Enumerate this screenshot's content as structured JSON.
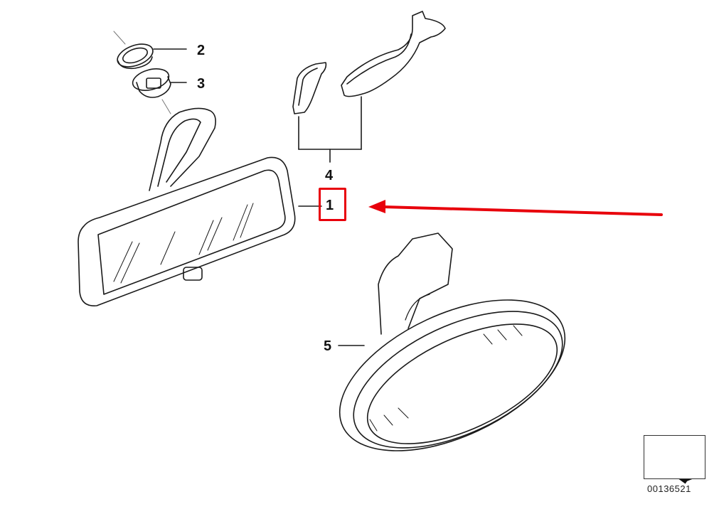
{
  "diagram": {
    "type": "exploded parts diagram",
    "subject": "interior rear-view mirror",
    "parts": [
      {
        "number": "1",
        "description": "rectangular rear-view mirror with stem",
        "highlighted": true
      },
      {
        "number": "2",
        "description": "ring / cover"
      },
      {
        "number": "3",
        "description": "mounting base"
      },
      {
        "number": "4",
        "description": "mirror cover trims (two pieces)"
      },
      {
        "number": "5",
        "description": "oval rear-view mirror with sensor housing"
      }
    ],
    "highlight": {
      "part": "1",
      "color": "#e8000b"
    },
    "arrow": {
      "color": "#e8000b",
      "points_to": "1"
    },
    "catalog_number": "00136521"
  }
}
